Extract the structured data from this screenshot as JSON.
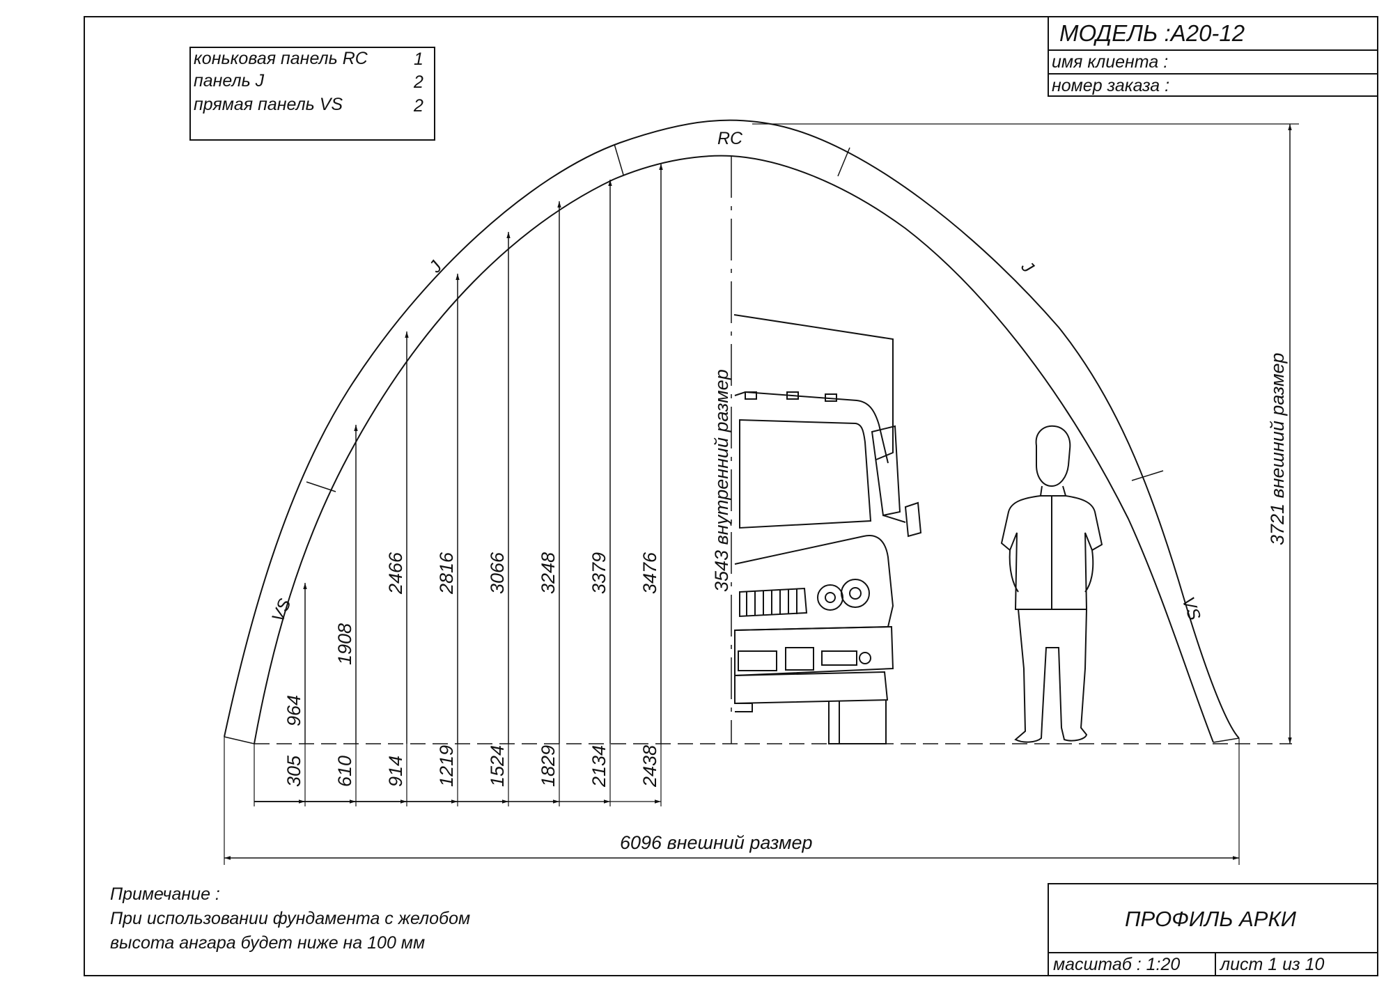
{
  "title_block": {
    "model": "МОДЕЛЬ :А20-12",
    "client": "имя клиента :",
    "order": "номер заказа :",
    "drawing_title": "ПРОФИЛЬ АРКИ",
    "scale": "масштаб : 1:20",
    "sheet": "лист  1  из  10"
  },
  "parts": [
    {
      "name": "коньковая панель  RC",
      "qty": "1"
    },
    {
      "name": "панель  J",
      "qty": "2"
    },
    {
      "name": "прямая панель  VS",
      "qty": "2"
    }
  ],
  "panel_labels": {
    "rc": "RC",
    "j_left": "J",
    "j_right": "J",
    "vs_left": "VS",
    "vs_right": "VS"
  },
  "heights": [
    "964",
    "1908",
    "2466",
    "2816",
    "3066",
    "3248",
    "3379",
    "3476"
  ],
  "offsets": [
    "305",
    "610",
    "914",
    "1219",
    "1524",
    "1829",
    "2134",
    "2438"
  ],
  "dimensions": {
    "inner_height": "3543  внутренний размер",
    "outer_height": "3721  внешний размер",
    "outer_width": "6096  внешний размер"
  },
  "note": {
    "heading": "Примечание :",
    "line1": "При использовании фундамента с желобом",
    "line2": "высота ангара будет ниже на  100  мм"
  },
  "colors": {
    "ink": "#111111",
    "paper": "#ffffff"
  }
}
